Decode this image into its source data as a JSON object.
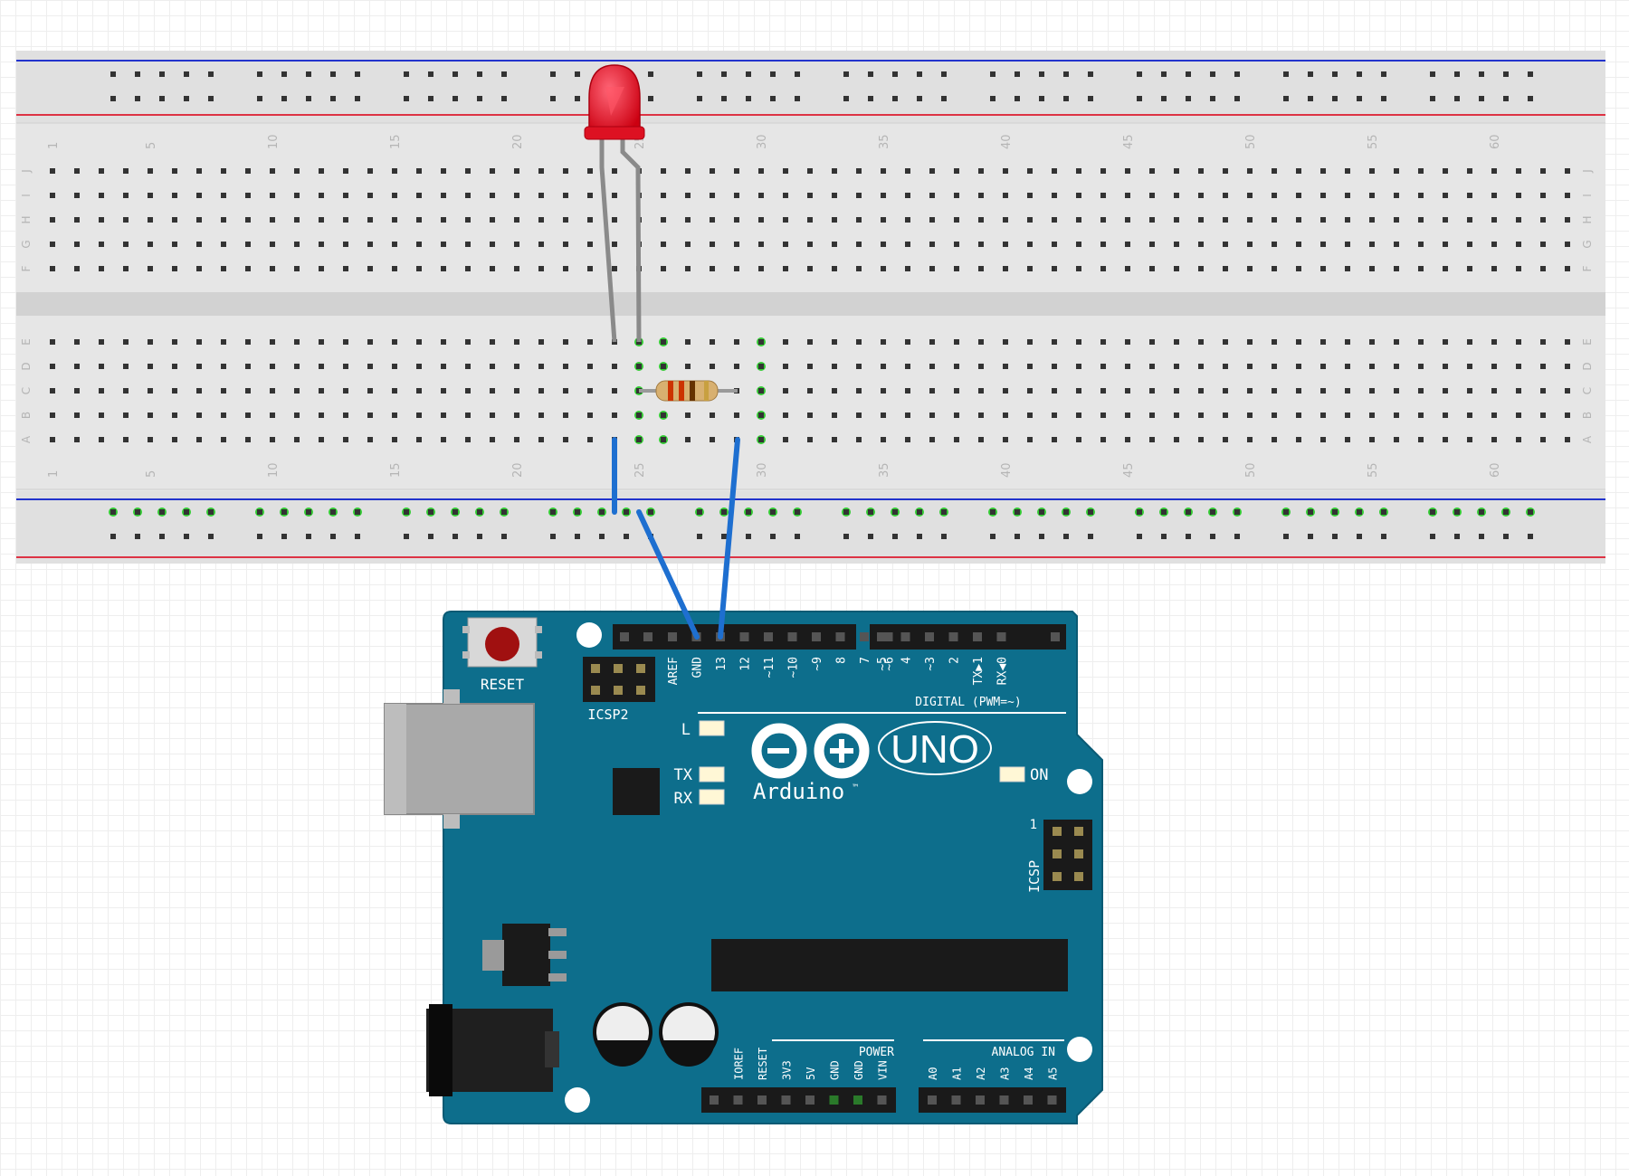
{
  "breadboard": {
    "column_numbers": [
      "1",
      "5",
      "10",
      "15",
      "20",
      "25",
      "30",
      "35",
      "40",
      "45",
      "50",
      "55",
      "60"
    ],
    "top_row_letters": [
      "J",
      "I",
      "H",
      "G",
      "F"
    ],
    "bottom_row_letters": [
      "E",
      "D",
      "C",
      "B",
      "A"
    ],
    "colors": {
      "rail_blue": "#2233cc",
      "rail_red": "#dd3344",
      "body": "#e6e6e6",
      "hole_active": "#33cc33"
    }
  },
  "led": {
    "color": "#ee1122"
  },
  "resistor": {
    "bands": [
      "#cc3300",
      "#cc3300",
      "#663300",
      "#c8a040"
    ]
  },
  "wire_color": "#1e6fd0",
  "arduino": {
    "board_color": "#0d6e8c",
    "reset_label": "RESET",
    "icsp2_label": "ICSP2",
    "icsp_label": "ICSP",
    "icsp_pin1_label": "1",
    "logo_text": "Arduino",
    "trademark": "™",
    "model": "UNO",
    "digital_header_label": "DIGITAL (PWM=~)",
    "digital_pins": [
      "AREF",
      "GND",
      "13",
      "12",
      "~11",
      "~10",
      "~9",
      "8",
      "7",
      "~6",
      "~5",
      "4",
      "~3",
      "2",
      "TX▶1",
      "RX◀0"
    ],
    "led_labels": {
      "l": "L",
      "tx": "TX",
      "rx": "RX",
      "on": "ON"
    },
    "power_header_label": "POWER",
    "power_pins": [
      "IOREF",
      "RESET",
      "3V3",
      "5V",
      "GND",
      "GND",
      "VIN"
    ],
    "analog_header_label": "ANALOG IN",
    "analog_pins": [
      "A0",
      "A1",
      "A2",
      "A3",
      "A4",
      "A5"
    ]
  }
}
